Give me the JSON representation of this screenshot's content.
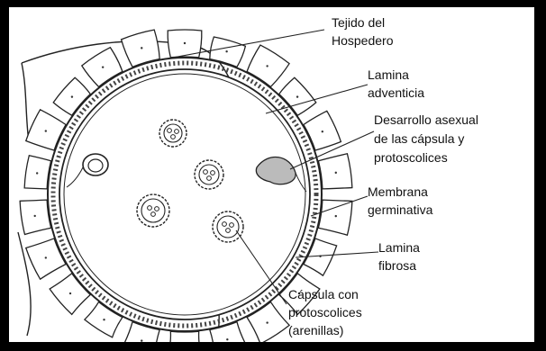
{
  "labels": {
    "tejido": [
      "Tejido del",
      "Hospedero"
    ],
    "adventicia": [
      "Lamina",
      "adventicia"
    ],
    "desarrollo": [
      "Desarrollo asexual",
      "de las cápsula y",
      "protoscolices"
    ],
    "germinativa": [
      "Membrana",
      "germinativa"
    ],
    "fibrosa": [
      "Lamina",
      "fibrosa"
    ],
    "capsula": [
      "Cápsula con",
      "protoscolices",
      "(arenillas)"
    ]
  }
}
